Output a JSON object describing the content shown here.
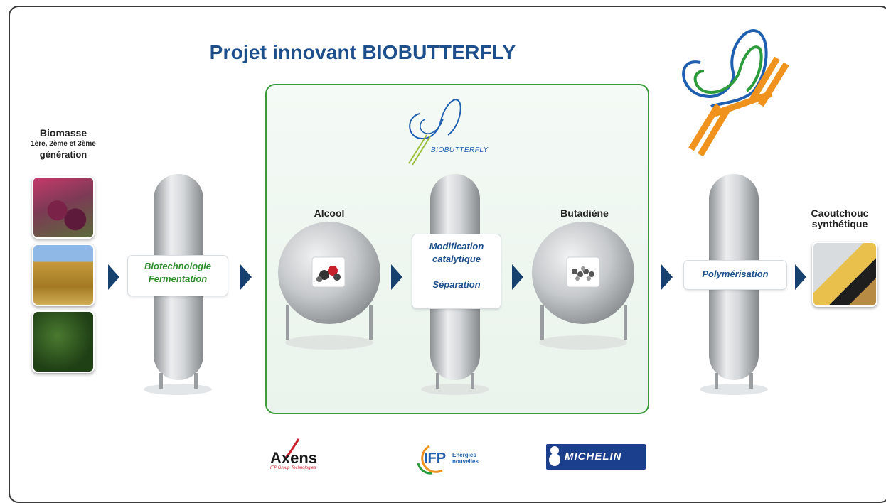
{
  "title": "Projet innovant BIOBUTTERFLY",
  "biomass": {
    "label_line1": "Biomasse",
    "label_line2": "1ère, 2ème et 3ème",
    "label_line3": "génération"
  },
  "process1": {
    "line1": "Biotechnologie",
    "line2": "Fermentation"
  },
  "alcool_label": "Alcool",
  "process2": {
    "line1": "Modification",
    "line2": "catalytique",
    "line3": "Séparation"
  },
  "butadiene_label": "Butadiène",
  "process3": {
    "line1": "Polymérisation"
  },
  "product": {
    "line1": "Caoutchouc",
    "line2": "synthétique"
  },
  "biobutterfly_small": "BIOBUTTERFLY",
  "logos": {
    "axens": "Axens",
    "axens_tag": "IFP Group Technologies",
    "ifp": "IFP",
    "ifp_tag": "Energies nouvelles",
    "michelin": "MICHELIN"
  },
  "colors": {
    "title": "#1c4f8c",
    "arrow": "#16406e",
    "process_green": "#2f8f2f",
    "process_blue": "#1c4f8c",
    "box_border": "#3a9a3a",
    "butterfly_blue": "#1e5fb0",
    "butterfly_green": "#2c9b3b",
    "butterfly_orange": "#f0931e"
  }
}
